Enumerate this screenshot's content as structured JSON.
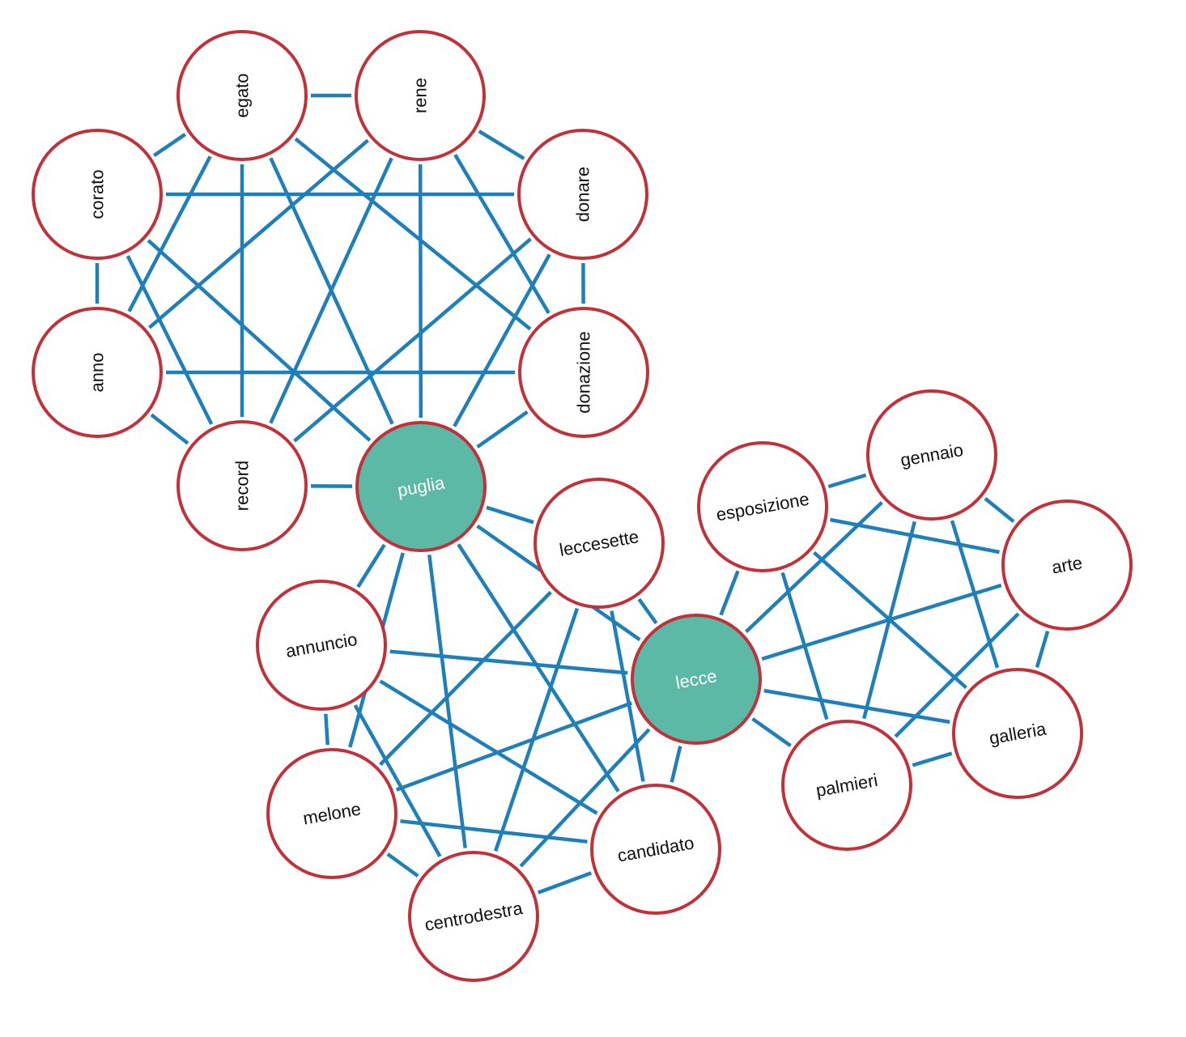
{
  "colors": {
    "edge": "#1f7fb8",
    "node_border": "#c0313a",
    "node_fill": "#ffffff",
    "hub_fill": "#5cb9a6",
    "label": "#111111",
    "hub_label": "#ffffff"
  },
  "nodes": [
    {
      "id": "corato",
      "label": "corato",
      "hub": false
    },
    {
      "id": "egato",
      "label": "egato",
      "hub": false
    },
    {
      "id": "rene",
      "label": "rene",
      "hub": false
    },
    {
      "id": "donare",
      "label": "donare",
      "hub": false
    },
    {
      "id": "anno",
      "label": "anno",
      "hub": false
    },
    {
      "id": "donazione",
      "label": "donazione",
      "hub": false
    },
    {
      "id": "record",
      "label": "record",
      "hub": false
    },
    {
      "id": "puglia",
      "label": "puglia",
      "hub": true
    },
    {
      "id": "leccesette",
      "label": "leccesette",
      "hub": false
    },
    {
      "id": "annuncio",
      "label": "annuncio",
      "hub": false
    },
    {
      "id": "lecce",
      "label": "lecce",
      "hub": true
    },
    {
      "id": "melone",
      "label": "melone",
      "hub": false
    },
    {
      "id": "candidato",
      "label": "candidato",
      "hub": false
    },
    {
      "id": "centrodestra",
      "label": "centrodestra",
      "hub": false
    },
    {
      "id": "esposizione",
      "label": "esposizione",
      "hub": false
    },
    {
      "id": "gennaio",
      "label": "gennaio",
      "hub": false
    },
    {
      "id": "arte",
      "label": "arte",
      "hub": false
    },
    {
      "id": "galleria",
      "label": "galleria",
      "hub": false
    },
    {
      "id": "palmieri",
      "label": "palmieri",
      "hub": false
    }
  ],
  "edges": [
    [
      "corato",
      "egato"
    ],
    [
      "corato",
      "donare"
    ],
    [
      "corato",
      "anno"
    ],
    [
      "corato",
      "record"
    ],
    [
      "corato",
      "puglia"
    ],
    [
      "egato",
      "rene"
    ],
    [
      "egato",
      "anno"
    ],
    [
      "egato",
      "record"
    ],
    [
      "egato",
      "puglia"
    ],
    [
      "egato",
      "donazione"
    ],
    [
      "rene",
      "donare"
    ],
    [
      "rene",
      "anno"
    ],
    [
      "rene",
      "record"
    ],
    [
      "rene",
      "puglia"
    ],
    [
      "rene",
      "donazione"
    ],
    [
      "donare",
      "donazione"
    ],
    [
      "donare",
      "record"
    ],
    [
      "donare",
      "puglia"
    ],
    [
      "anno",
      "donazione"
    ],
    [
      "anno",
      "record"
    ],
    [
      "donazione",
      "puglia"
    ],
    [
      "record",
      "puglia"
    ],
    [
      "puglia",
      "leccesette"
    ],
    [
      "puglia",
      "annuncio"
    ],
    [
      "puglia",
      "lecce"
    ],
    [
      "puglia",
      "melone"
    ],
    [
      "puglia",
      "candidato"
    ],
    [
      "puglia",
      "centrodestra"
    ],
    [
      "leccesette",
      "lecce"
    ],
    [
      "leccesette",
      "melone"
    ],
    [
      "leccesette",
      "candidato"
    ],
    [
      "leccesette",
      "centrodestra"
    ],
    [
      "annuncio",
      "lecce"
    ],
    [
      "annuncio",
      "melone"
    ],
    [
      "annuncio",
      "candidato"
    ],
    [
      "annuncio",
      "centrodestra"
    ],
    [
      "lecce",
      "melone"
    ],
    [
      "lecce",
      "candidato"
    ],
    [
      "lecce",
      "centrodestra"
    ],
    [
      "lecce",
      "esposizione"
    ],
    [
      "lecce",
      "gennaio"
    ],
    [
      "lecce",
      "arte"
    ],
    [
      "lecce",
      "galleria"
    ],
    [
      "lecce",
      "palmieri"
    ],
    [
      "melone",
      "candidato"
    ],
    [
      "melone",
      "centrodestra"
    ],
    [
      "candidato",
      "centrodestra"
    ],
    [
      "esposizione",
      "gennaio"
    ],
    [
      "esposizione",
      "arte"
    ],
    [
      "esposizione",
      "galleria"
    ],
    [
      "esposizione",
      "palmieri"
    ],
    [
      "gennaio",
      "arte"
    ],
    [
      "gennaio",
      "galleria"
    ],
    [
      "gennaio",
      "palmieri"
    ],
    [
      "arte",
      "galleria"
    ],
    [
      "arte",
      "palmieri"
    ],
    [
      "galleria",
      "palmieri"
    ]
  ]
}
